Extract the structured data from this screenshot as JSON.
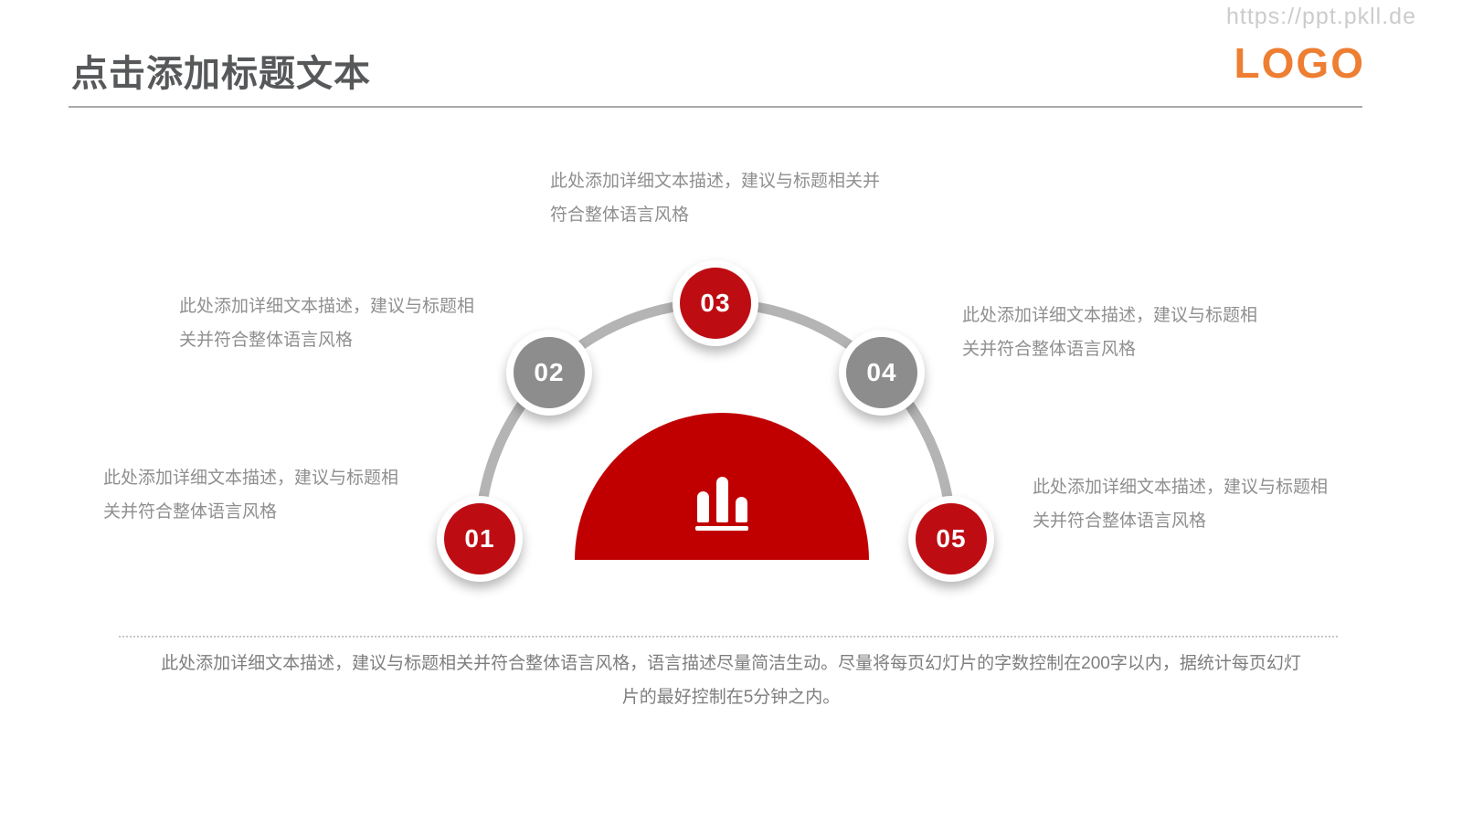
{
  "header": {
    "title": "点击添加标题文本",
    "url": "https://ppt.pkll.de",
    "logo_text": "LOGO"
  },
  "colors": {
    "dome_red": "#c00000",
    "circle_red": "#bd0d13",
    "circle_gray": "#8d8d8d",
    "arc_gray": "#b4b4b4",
    "logo_orange": "#ee7e32",
    "title_gray": "#57585a",
    "body_text_gray": "#8f8f8f"
  },
  "diagram": {
    "center_icon": "bar-chart-icon",
    "steps": [
      {
        "number": "01",
        "color": "red",
        "desc_line1": "此处添加详细文本描述，建议与标题相",
        "desc_line2": "关并符合整体语言风格"
      },
      {
        "number": "02",
        "color": "gray",
        "desc_line1": "此处添加详细文本描述，建议与标题相",
        "desc_line2": "关并符合整体语言风格"
      },
      {
        "number": "03",
        "color": "red",
        "desc_line1": "此处添加详细文本描述，建议与标题相关并",
        "desc_line2": "符合整体语言风格"
      },
      {
        "number": "04",
        "color": "gray",
        "desc_line1": "此处添加详细文本描述，建议与标题相",
        "desc_line2": "关并符合整体语言风格"
      },
      {
        "number": "05",
        "color": "red",
        "desc_line1": "此处添加详细文本描述，建议与标题相",
        "desc_line2": "关并符合整体语言风格"
      }
    ]
  },
  "footer": {
    "line1": "此处添加详细文本描述，建议与标题相关并符合整体语言风格，语言描述尽量简洁生动。尽量将每页幻灯片的字数控制在200字以内，据统计每页幻灯",
    "line2": "片的最好控制在5分钟之内。"
  }
}
